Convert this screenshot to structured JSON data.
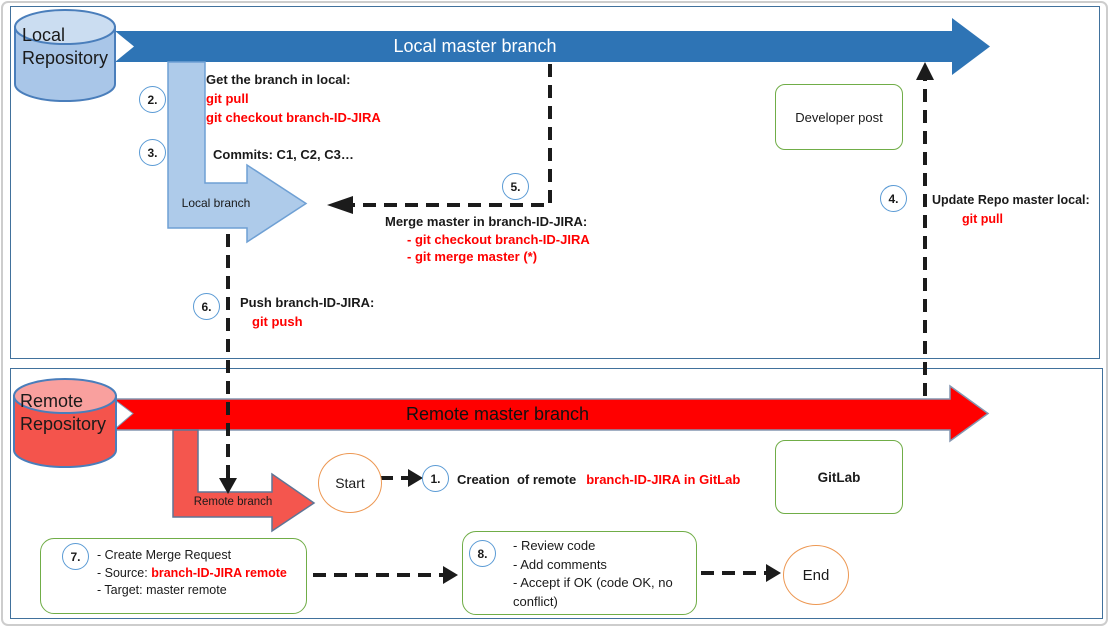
{
  "canvas": {
    "local_section": {
      "repository_label": "Local Repository",
      "master_branch_label": "Local master branch",
      "branch_label": "Local branch"
    },
    "remote_section": {
      "repository_label": "Remote Repository",
      "master_branch_label": "Remote master branch",
      "branch_label": "Remote branch"
    },
    "steps": {
      "s1": {
        "num": "1.",
        "black": "Creation  of remote",
        "red": "branch-ID-JIRA in GitLab"
      },
      "s2": {
        "num": "2.",
        "title": "Get the branch in local:",
        "cmd1": "git pull",
        "cmd2": "git checkout branch-ID-JIRA"
      },
      "s3": {
        "num": "3.",
        "title": "Commits: C1, C2, C3…"
      },
      "s4": {
        "num": "4.",
        "title": "Update Repo master local:",
        "cmd": "git pull"
      },
      "s5": {
        "num": "5.",
        "title": "Merge master in branch-ID-JIRA:",
        "cmd1": "- git checkout branch-ID-JIRA",
        "cmd2": "- git merge master (*)"
      },
      "s6": {
        "num": "6.",
        "title": "Push branch-ID-JIRA:",
        "cmd": "git push"
      },
      "s7": {
        "num": "7.",
        "line1": "- Create Merge Request",
        "line2_black": "- Source: ",
        "line2_red": "branch-ID-JIRA remote",
        "line3": "- Target: master remote"
      },
      "s8": {
        "num": "8.",
        "line1": "- Review code",
        "line2": "- Add comments",
        "line3": "- Accept if OK (code OK, no conflict)"
      }
    },
    "nodes": {
      "start_label": "Start",
      "end_label": "End",
      "developer_post_label": "Developer post",
      "gitlab_label": "GitLab"
    },
    "colors": {
      "local_master_fill": "#2E74B5",
      "local_branch_fill": "#AECBEA",
      "remote_master_fill": "#FF0000",
      "remote_branch_fill": "#F4564E",
      "local_cylinder_fill": "#A9C6E8",
      "local_cylinder_top": "#CBDDF1",
      "remote_cylinder_fill": "#F4544C",
      "remote_cylinder_top": "#F9A09E",
      "command_red": "#FF0000",
      "box_green_border": "#70AD47",
      "step_circle_border": "#5B9BD5",
      "start_end_border": "#ED9853",
      "section_border": "#41719C"
    }
  }
}
